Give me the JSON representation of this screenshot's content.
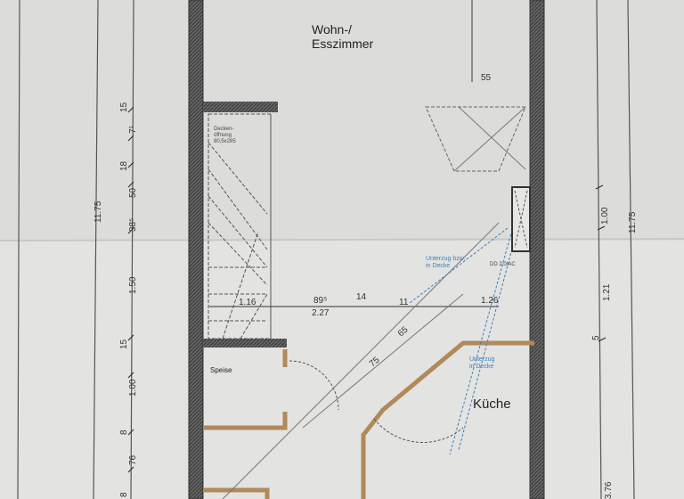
{
  "rooms": {
    "living": [
      "Wohn-/",
      "Esszimmer"
    ],
    "kitchen": "Küche",
    "pantry": "Speise"
  },
  "notes": {
    "ceiling_opening": [
      "Decken-",
      "öffnung",
      "80,5x285"
    ],
    "ceiling_blue_1": [
      "Unterzug bzw.",
      "in Decke"
    ],
    "ceiling_blue_2": [
      "Unterzug",
      "in Decke"
    ],
    "dim_wall": "DD 2,0/AC"
  },
  "dimensions": {
    "left_total": "11.75",
    "right_total": "11.75",
    "left_chain": [
      "15",
      "7¹",
      "18",
      "50",
      "38⁵",
      "1.50",
      "15",
      "1.00",
      "8",
      "76",
      "8"
    ],
    "right_chain": [
      "1.00",
      "1.21",
      "5",
      "3.76"
    ],
    "top_right": "55",
    "horizontal": [
      "1.16",
      "89⁵",
      "2.27",
      "14",
      "11",
      "1.26"
    ],
    "diagonal": [
      "65",
      "75"
    ]
  },
  "colors": {
    "paper": "#d9d9d7",
    "wall": "#555555",
    "partition": "#b08a5a",
    "blue_note": "#3f7fbf"
  }
}
